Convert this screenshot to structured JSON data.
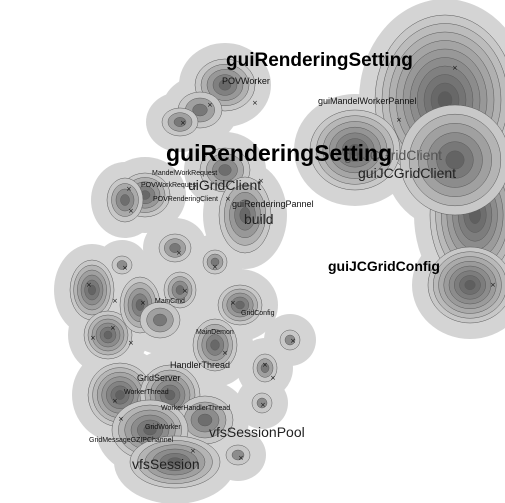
{
  "labels": {
    "gui_rendering_setting_top": "guiRenderingSetting",
    "pov_worker": "POVWorker",
    "gui_mandel_worker_pannel": "guiMandelWorkerPannel",
    "gui_rendering_setting_big": "guiRenderingSetting",
    "gui_jc_grid_client_right": "guiJCGridClient",
    "gui_jc_grid_client_ghost": "guiJCGridClient",
    "mandel_work_request": "MandelWorkRequest",
    "pov_work_request": "POVWorkRequest",
    "pov_rendering_client": "POVRenderingClient",
    "gui_rendering_pannel": "guiRenderingPannel",
    "build": "build",
    "gui_jc_grid_config": "guiJCGridConfig",
    "main_cmd": "MainCmd",
    "grid_config": "GridConfig",
    "main_demon": "MainDemon",
    "handler_thread": "HandlerThread",
    "grid_server": "GridServer",
    "worker_thread": "WorkerThread",
    "worker_handler_thread": "WorkerHandlerThread",
    "grid_worker": "GridWorker",
    "grid_message_gzip_channel": "GridMessageGZIPChannel",
    "vfs_session_pool": "vfsSessionPool",
    "vfs_session": "vfsSession"
  },
  "marker_glyph": "×",
  "colors": {
    "background": "#ffffff",
    "halo": "#d4d4d4",
    "contour": "#5a5a5a",
    "peak": "#2e2e2e"
  }
}
